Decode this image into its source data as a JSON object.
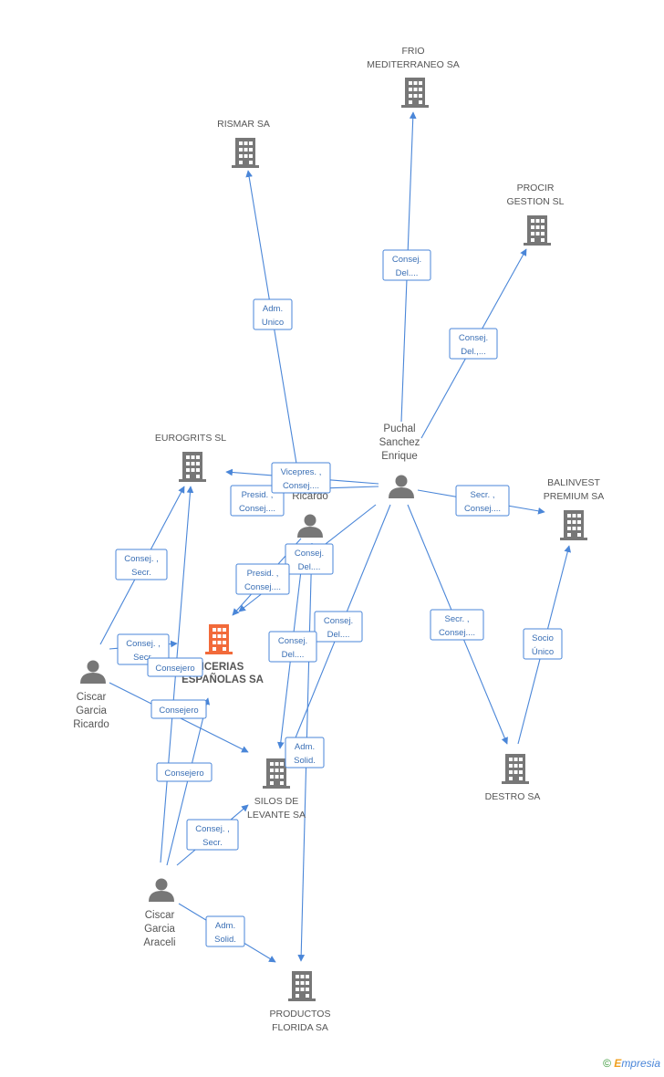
{
  "colors": {
    "edge": "#4a86d8",
    "icon": "#777777",
    "main_icon": "#f26a3a",
    "label_text": "#555555"
  },
  "companies": [
    {
      "id": "frio",
      "label": [
        "FRIO",
        "MEDITERRANEO SA"
      ]
    },
    {
      "id": "rismar",
      "label": [
        "RISMAR SA"
      ]
    },
    {
      "id": "procir",
      "label": [
        "PROCIR",
        "GESTION SL"
      ]
    },
    {
      "id": "eurogrits",
      "label": [
        "EUROGRITS SL"
      ]
    },
    {
      "id": "balinvest",
      "label": [
        "BALINVEST",
        "PREMIUM SA"
      ]
    },
    {
      "id": "main",
      "label": [
        "ICERIAS",
        "ESPAÑOLAS SA"
      ],
      "main": true
    },
    {
      "id": "silos",
      "label": [
        "SILOS DE",
        "LEVANTE SA"
      ]
    },
    {
      "id": "destro",
      "label": [
        "DESTRO SA"
      ]
    },
    {
      "id": "productos",
      "label": [
        "PRODUCTOS",
        "FLORIDA SA"
      ]
    }
  ],
  "persons": [
    {
      "id": "puchal",
      "label": [
        "Puchal",
        "Sanchez",
        "Enrique"
      ]
    },
    {
      "id": "ricardo2",
      "label": [
        "Ricardo"
      ]
    },
    {
      "id": "ciscar_r",
      "label": [
        "Ciscar",
        "Garcia",
        "Ricardo"
      ]
    },
    {
      "id": "ciscar_a",
      "label": [
        "Ciscar",
        "Garcia",
        "Araceli"
      ]
    }
  ],
  "edge_labels": [
    {
      "id": "e1",
      "lines": [
        "Consej.",
        "Del...."
      ]
    },
    {
      "id": "e2",
      "lines": [
        "Adm.",
        "Unico"
      ]
    },
    {
      "id": "e3",
      "lines": [
        "Consej.",
        "Del.,..."
      ]
    },
    {
      "id": "e4",
      "lines": [
        "Vicepres. ,",
        "Consej...."
      ]
    },
    {
      "id": "e5",
      "lines": [
        "Presid. ,",
        "Consej...."
      ]
    },
    {
      "id": "e6",
      "lines": [
        "Secr. ,",
        "Consej...."
      ]
    },
    {
      "id": "e7",
      "lines": [
        "Consej.",
        "Del...."
      ]
    },
    {
      "id": "e8",
      "lines": [
        "Presid. ,",
        "Consej...."
      ]
    },
    {
      "id": "e9",
      "lines": [
        "Consej. ,",
        "Secr."
      ]
    },
    {
      "id": "e10",
      "lines": [
        "Consej. ,",
        "Secr."
      ]
    },
    {
      "id": "e11",
      "lines": [
        "Consejero"
      ]
    },
    {
      "id": "e12",
      "lines": [
        "Consej.",
        "Del...."
      ]
    },
    {
      "id": "e13",
      "lines": [
        "Consej.",
        "Del...."
      ]
    },
    {
      "id": "e14",
      "lines": [
        "Secr. ,",
        "Consej...."
      ]
    },
    {
      "id": "e15",
      "lines": [
        "Socio",
        "Único"
      ]
    },
    {
      "id": "e16",
      "lines": [
        "Consejero"
      ]
    },
    {
      "id": "e17",
      "lines": [
        "Adm.",
        "Solid."
      ]
    },
    {
      "id": "e18",
      "lines": [
        "Consejero"
      ]
    },
    {
      "id": "e19",
      "lines": [
        "Consej. ,",
        "Secr."
      ]
    },
    {
      "id": "e20",
      "lines": [
        "Adm.",
        "Solid."
      ]
    }
  ],
  "footer": {
    "copyright": "©",
    "brand_initial": "E",
    "brand_rest": "mpresia"
  }
}
